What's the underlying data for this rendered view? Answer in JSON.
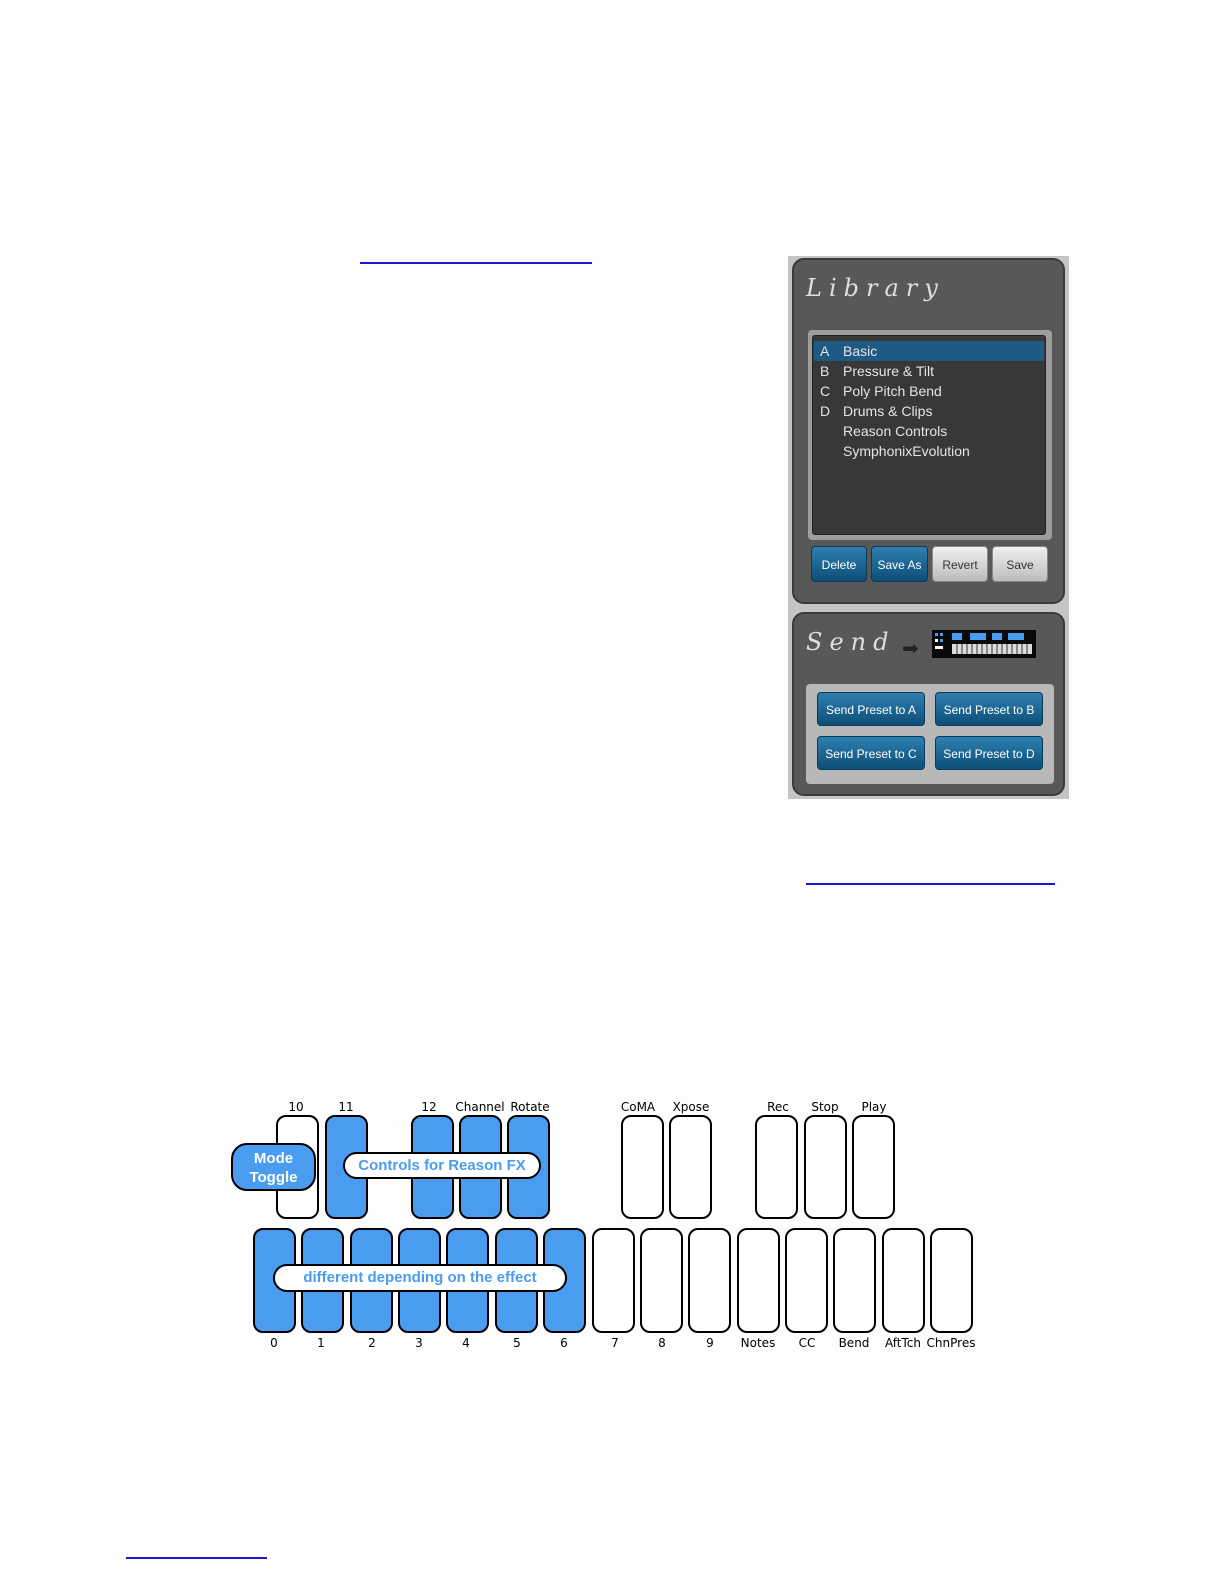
{
  "library": {
    "title": "Library",
    "presets": [
      {
        "letter": "A",
        "name": "Basic",
        "selected": true
      },
      {
        "letter": "B",
        "name": "Pressure & Tilt"
      },
      {
        "letter": "C",
        "name": "Poly Pitch Bend"
      },
      {
        "letter": "D",
        "name": "Drums & Clips"
      },
      {
        "letter": "",
        "name": "Reason Controls"
      },
      {
        "letter": "",
        "name": "SymphonixEvolution"
      }
    ],
    "buttons": {
      "delete": "Delete",
      "save_as": "Save As",
      "revert": "Revert",
      "save": "Save"
    }
  },
  "send": {
    "title": "Send",
    "buttons": {
      "a": "Send Preset to A",
      "b": "Send Preset to B",
      "c": "Send Preset to C",
      "d": "Send Preset to D"
    }
  },
  "keyboard": {
    "top_labels": {
      "k10": "10",
      "k11": "11",
      "k12": "12",
      "channel": "Channel",
      "rotate": "Rotate",
      "coma": "CoMA",
      "xpose": "Xpose",
      "rec": "Rec",
      "stop": "Stop",
      "play": "Play"
    },
    "bottom_labels": {
      "k0": "0",
      "k1": "1",
      "k2": "2",
      "k3": "3",
      "k4": "4",
      "k5": "5",
      "k6": "6",
      "k7": "7",
      "k8": "8",
      "k9": "9",
      "notes": "Notes",
      "cc": "CC",
      "bend": "Bend",
      "afttch": "AftTch",
      "chnpres": "ChnPres"
    },
    "mode_toggle": "Mode Toggle",
    "controls_label": "Controls for Reason FX",
    "effect_label": "different depending on the effect",
    "highlight_color": "#4a9cf0"
  }
}
